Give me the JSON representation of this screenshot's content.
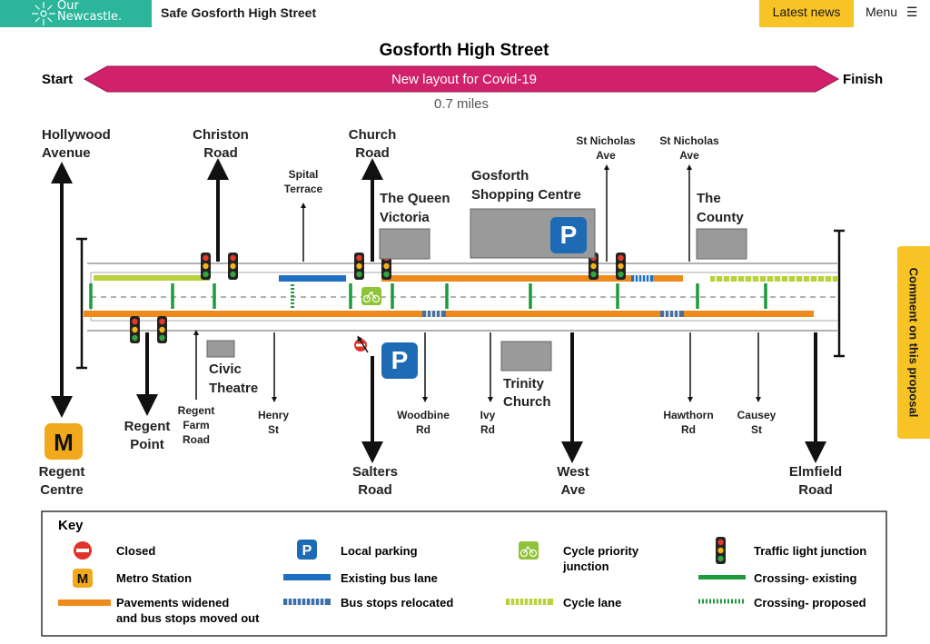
{
  "header": {
    "logo_line1": "Our",
    "logo_line2": "Newcastle.",
    "site_title": "Safe Gosforth High Street",
    "latest_news": "Latest news",
    "menu": "Menu"
  },
  "side_tab": "Comment on this proposal",
  "map": {
    "title": "Gosforth High Street",
    "start": "Start",
    "finish": "Finish",
    "banner": "New layout for Covid-19",
    "distance": "0.7 miles",
    "labels": {
      "hollywood_1": "Hollywood",
      "hollywood_2": "Avenue",
      "christon_1": "Christon",
      "christon_2": "Road",
      "spital_1": "Spital",
      "spital_2": "Terrace",
      "church_1": "Church",
      "church_2": "Road",
      "queen_1": "The Queen",
      "queen_2": "Victoria",
      "gosforth_sc_1": "Gosforth",
      "gosforth_sc_2": "Shopping Centre",
      "stnich1_1": "St Nicholas",
      "stnich1_2": "Ave",
      "stnich2_1": "St Nicholas",
      "stnich2_2": "Ave",
      "county_1": "The",
      "county_2": "County",
      "regent_centre_1": "Regent",
      "regent_centre_2": "Centre",
      "regent_point_1": "Regent",
      "regent_point_2": "Point",
      "regent_farm_1": "Regent",
      "regent_farm_2": "Farm",
      "regent_farm_3": "Road",
      "civic_1": "Civic",
      "civic_2": "Theatre",
      "henry_1": "Henry",
      "henry_2": "St",
      "salters_1": "Salters",
      "salters_2": "Road",
      "woodbine_1": "Woodbine",
      "woodbine_2": "Rd",
      "ivy_1": "Ivy",
      "ivy_2": "Rd",
      "trinity_1": "Trinity",
      "trinity_2": "Church",
      "west_1": "West",
      "west_2": "Ave",
      "hawthorn_1": "Hawthorn",
      "hawthorn_2": "Rd",
      "causey_1": "Causey",
      "causey_2": "St",
      "elmfield_1": "Elmfield",
      "elmfield_2": "Road"
    }
  },
  "key": {
    "title": "Key",
    "closed": "Closed",
    "metro": "Metro Station",
    "pavements_1": "Pavements widened",
    "pavements_2": "and bus stops moved out",
    "local_parking": "Local parking",
    "bus_lane": "Existing bus lane",
    "bus_stops": "Bus stops relocated",
    "cycle_priority_1": "Cycle priority",
    "cycle_priority_2": "junction",
    "cycle_lane": "Cycle lane",
    "traffic_light": "Traffic light junction",
    "crossing_existing": "Crossing- existing",
    "crossing_proposed": "Crossing- proposed"
  },
  "colors": {
    "brand_teal": "#2bb59a",
    "accent_yellow": "#f7c325",
    "banner_pink": "#d0216a",
    "orange": "#ee8a1c",
    "bus_blue": "#1e6fc0",
    "crossing_green": "#1e9a3c",
    "cycle_green": "#b7d23a",
    "parking_blue": "#1d6bb5"
  },
  "icons": [
    "sun-logo-icon",
    "menu-icon",
    "parking-icon",
    "metro-icon",
    "closed-icon",
    "traffic-light-icon",
    "cycle-icon"
  ]
}
